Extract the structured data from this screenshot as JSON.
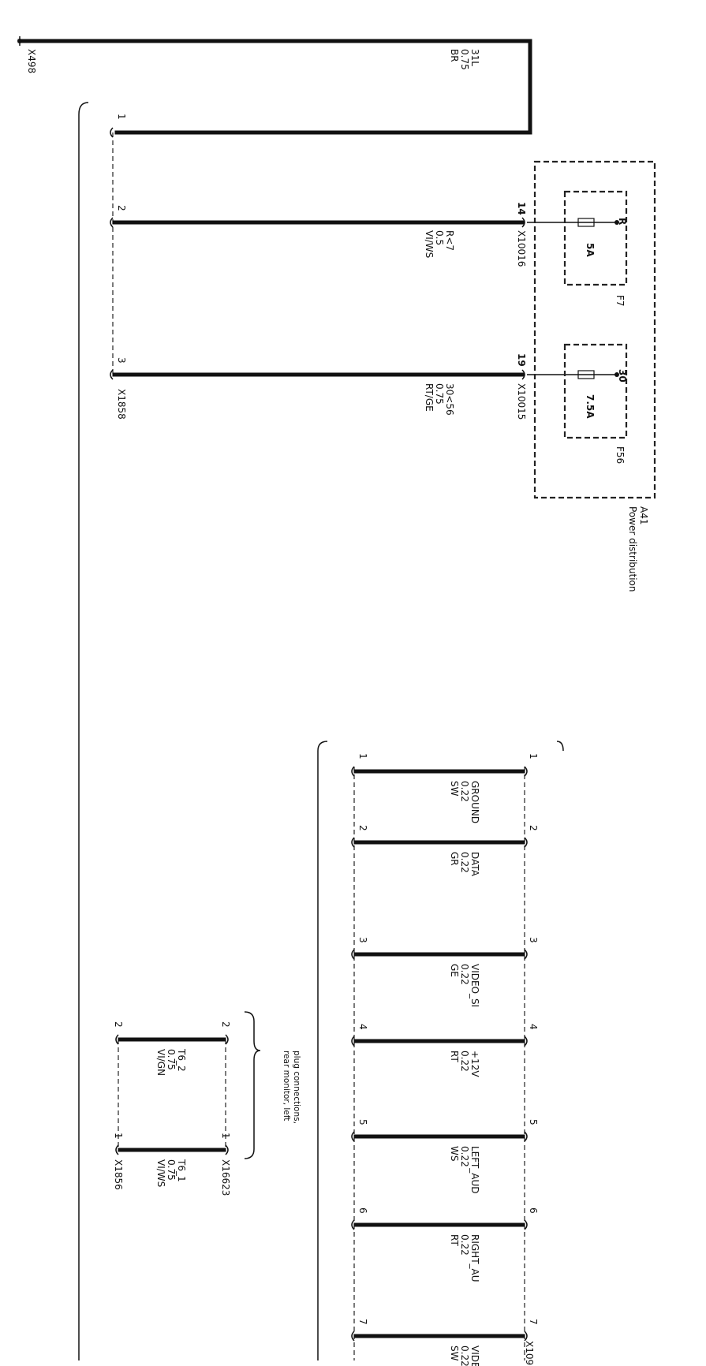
{
  "top_wire": {
    "terminal": "X498",
    "line1": "31L",
    "line2": "0.75",
    "line3": "BR"
  },
  "upper_connector": {
    "id": "X1858",
    "pins": [
      "1",
      "2",
      "3"
    ]
  },
  "upper_wires": [
    {
      "line1": "R<7",
      "line2": "0.5",
      "line3": "VI/WS",
      "connector": "X10016",
      "pin": "14"
    },
    {
      "line1": "30<56",
      "line2": "0.75",
      "line3": "RT/GE",
      "connector": "X10015",
      "pin": "19"
    }
  ],
  "power_distribution": {
    "id": "A41",
    "name": "Power distribution",
    "fuses": [
      {
        "id": "F7",
        "terminal": "R",
        "rating": "5A"
      },
      {
        "id": "F56",
        "terminal": "30",
        "rating": "7.5A"
      }
    ]
  },
  "lower_wires": [
    {
      "pin": "1",
      "signal": "GROUND",
      "size": "0.22",
      "color": "SW"
    },
    {
      "pin": "2",
      "signal": "DATA",
      "size": "0.22",
      "color": "GR"
    },
    {
      "pin": "3",
      "signal": "VIDEO_SI",
      "size": "0.22",
      "color": "GE"
    },
    {
      "pin": "4",
      "signal": "+12V",
      "size": "0.22",
      "color": "RT"
    },
    {
      "pin": "5",
      "signal": "LEFT_AUD",
      "size": "0.22",
      "color": "WS"
    },
    {
      "pin": "6",
      "signal": "RIGHT_AU",
      "size": "0.22",
      "color": "RT"
    },
    {
      "pin": "7",
      "signal": "VIDE",
      "size": "0.22",
      "color": "SW"
    }
  ],
  "lower_right_connector": "X109",
  "plug_note": {
    "line1": "plug connections,",
    "line2": "rear monitor, left"
  },
  "small_wires": [
    {
      "pin": "2",
      "signal": "T6_2",
      "size": "0.75",
      "color": "VI/GN"
    },
    {
      "pin": "1",
      "signal": "T6_1",
      "size": "0.75",
      "color": "VI/WS"
    }
  ],
  "small_connectors": {
    "left": "X1856",
    "right": "X16623"
  }
}
